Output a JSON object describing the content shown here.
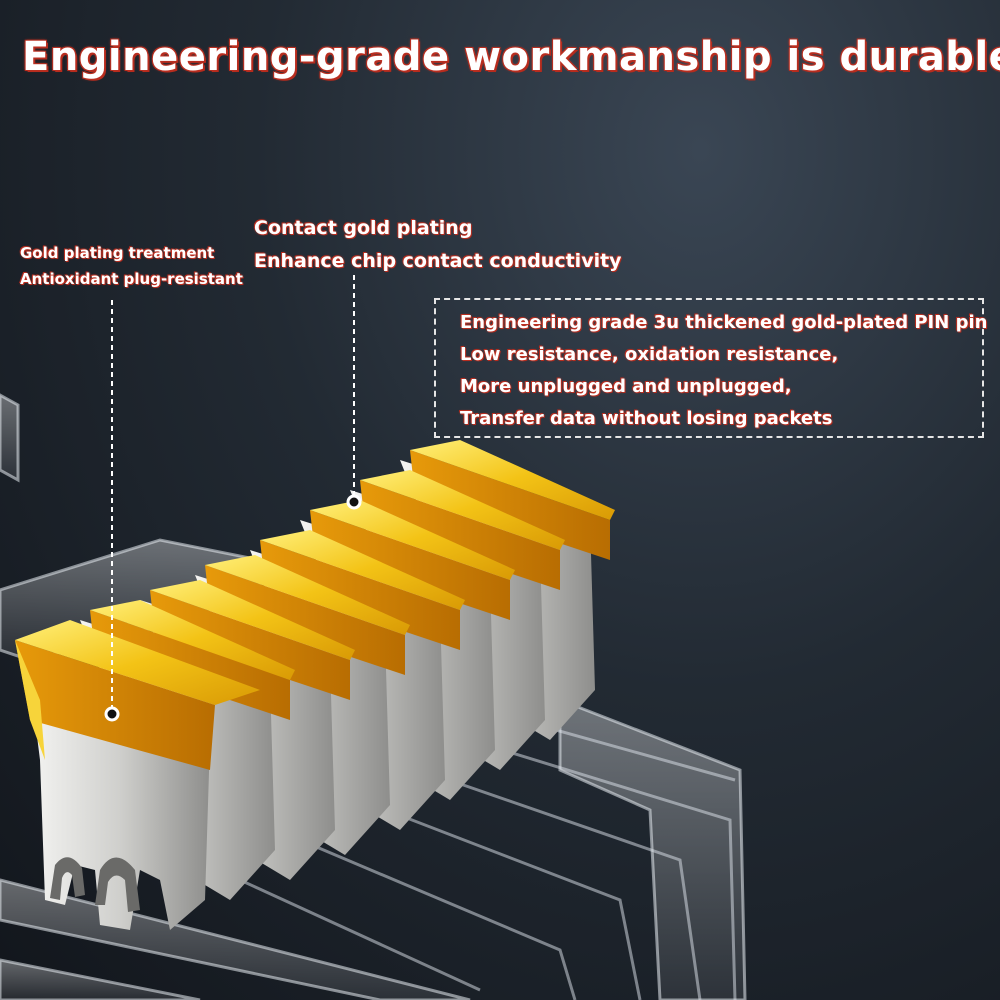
{
  "headline": "Engineering-grade workmanship is durable",
  "callouts": {
    "left": [
      "Gold plating treatment",
      "Antioxidant plug-resistant"
    ],
    "middle": [
      "Contact gold plating",
      "Enhance chip contact conductivity"
    ],
    "box": [
      "Engineering grade 3u thickened gold-plated PIN pin",
      "Low resistance, oxidation resistance,",
      "More unplugged and unplugged,",
      "Transfer data without losing packets"
    ]
  },
  "colors": {
    "gold": "#f2c21a",
    "gold_dark": "#c98a06",
    "text_outline": "#b52a1c",
    "background": "#1c232b"
  }
}
